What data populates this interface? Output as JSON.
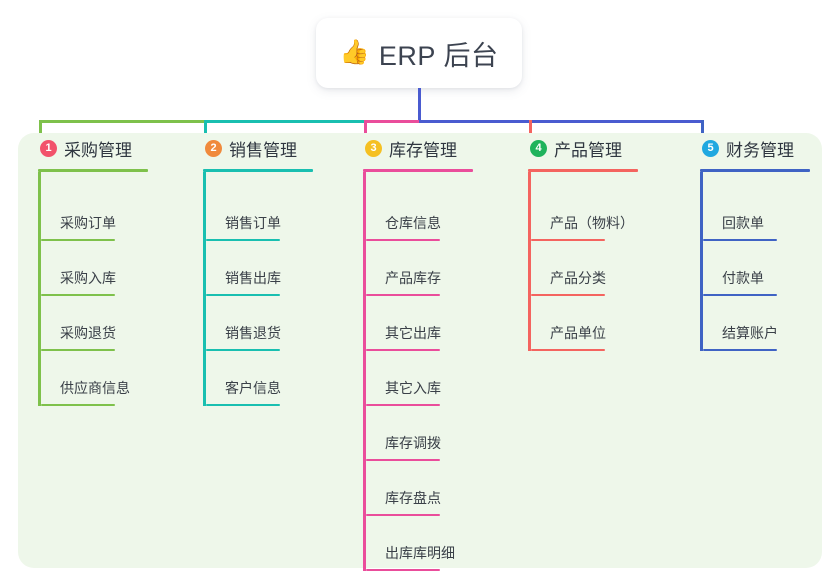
{
  "root": {
    "icon": "thumbs-up-icon",
    "emoji": "👍",
    "title": "ERP 后台"
  },
  "colors": {
    "panel_bg": "#eef7ea",
    "page_bg": "#ffffff",
    "root_bus": "#4a5bd0",
    "text_dark": "#2f3640",
    "text_leaf": "#3a4048"
  },
  "columns": [
    {
      "number": "1",
      "title": "采购管理",
      "badge_color": "#f2526b",
      "line_color": "#7ec14b",
      "drop_color": "#7ec14b",
      "items": [
        {
          "label": "采购订单"
        },
        {
          "label": "采购入库"
        },
        {
          "label": "采购退货"
        },
        {
          "label": "供应商信息"
        }
      ]
    },
    {
      "number": "2",
      "title": "销售管理",
      "badge_color": "#f08a3c",
      "line_color": "#19bfb0",
      "drop_color": "#19bfb0",
      "items": [
        {
          "label": "销售订单"
        },
        {
          "label": "销售出库"
        },
        {
          "label": "销售退货"
        },
        {
          "label": "客户信息"
        }
      ]
    },
    {
      "number": "3",
      "title": "库存管理",
      "badge_color": "#f5c022",
      "line_color": "#ea4d9b",
      "drop_color": "#ea4d9b",
      "items": [
        {
          "label": "仓库信息"
        },
        {
          "label": "产品库存"
        },
        {
          "label": "其它出库"
        },
        {
          "label": "其它入库"
        },
        {
          "label": "库存调拨"
        },
        {
          "label": "库存盘点"
        },
        {
          "label": "出库库明细"
        }
      ]
    },
    {
      "number": "4",
      "title": "产品管理",
      "badge_color": "#1fb35c",
      "line_color": "#f4645f",
      "drop_color": "#f4645f",
      "items": [
        {
          "label": "产品（物料）"
        },
        {
          "label": "产品分类"
        },
        {
          "label": "产品单位"
        }
      ]
    },
    {
      "number": "5",
      "title": "财务管理",
      "badge_color": "#20a8e0",
      "line_color": "#3f63c4",
      "drop_color": "#3f63c4",
      "items": [
        {
          "label": "回款单"
        },
        {
          "label": "付款单"
        },
        {
          "label": "结算账户"
        }
      ]
    }
  ]
}
